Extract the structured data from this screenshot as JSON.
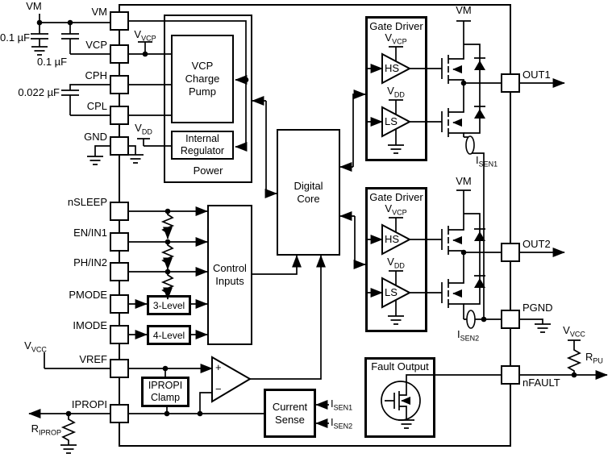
{
  "pins_left": [
    "VM",
    "VCP",
    "CPH",
    "CPL",
    "GND",
    "nSLEEP",
    "EN/IN1",
    "PH/IN2",
    "PMODE",
    "IMODE",
    "VREF",
    "IPROPI"
  ],
  "pins_right": [
    "OUT1",
    "OUT2",
    "PGND",
    "nFAULT"
  ],
  "blocks": {
    "power": "Power",
    "charge_pump": "VCP\nCharge\nPump",
    "internal_regulator": "Internal\nRegulator",
    "digital_core": "Digital\nCore",
    "control_inputs": "Control\nInputs",
    "three_level": "3-Level",
    "four_level": "4-Level",
    "gate_driver": "Gate Driver",
    "hs_driver": "HS",
    "ls_driver": "LS",
    "iproni_clamp": "IPROPI\nClamp",
    "current_sense": "Current\nSense",
    "fault_output": "Fault Output"
  },
  "labels": {
    "vm_supply": "VM",
    "cap_vm": "0.1 µF",
    "cap_vcp": "0.1 µF",
    "cap_cp": "0.022 µF",
    "v_vcp": {
      "main": "V",
      "sub": "VCP"
    },
    "v_dd": {
      "main": "V",
      "sub": "DD"
    },
    "v_vcc": {
      "main": "V",
      "sub": "VCC"
    },
    "i_sen1": {
      "main": "I",
      "sub": "SEN1"
    },
    "i_sen2": {
      "main": "I",
      "sub": "SEN2"
    },
    "r_iprop": {
      "main": "R",
      "sub": "IPROP"
    },
    "r_pu": {
      "main": "R",
      "sub": "PU"
    },
    "comparator_plus": "+",
    "comparator_minus": "−"
  }
}
